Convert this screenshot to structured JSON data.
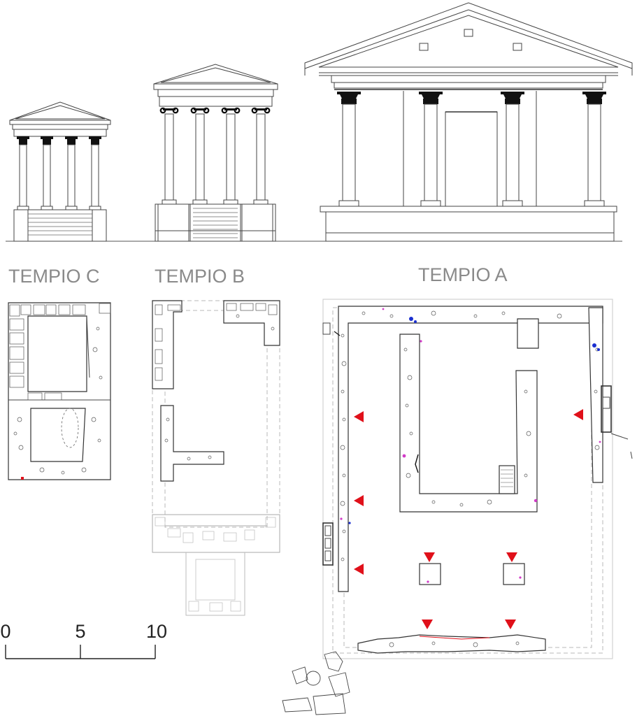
{
  "temples": {
    "c": {
      "label": "TEMPIO C"
    },
    "b": {
      "label": "TEMPIO B"
    },
    "a": {
      "label": "TEMPIO A"
    }
  },
  "scale_bar": {
    "ticks": [
      "0",
      "5",
      "10"
    ]
  },
  "colors": {
    "marker": "#e0101a",
    "label": "#8a8a8a",
    "line": "#333333",
    "blue_detail": "#1a2fd0",
    "magenta_detail": "#d23cc8"
  },
  "icons": {
    "marker": "red-triangle-marker-icon"
  }
}
